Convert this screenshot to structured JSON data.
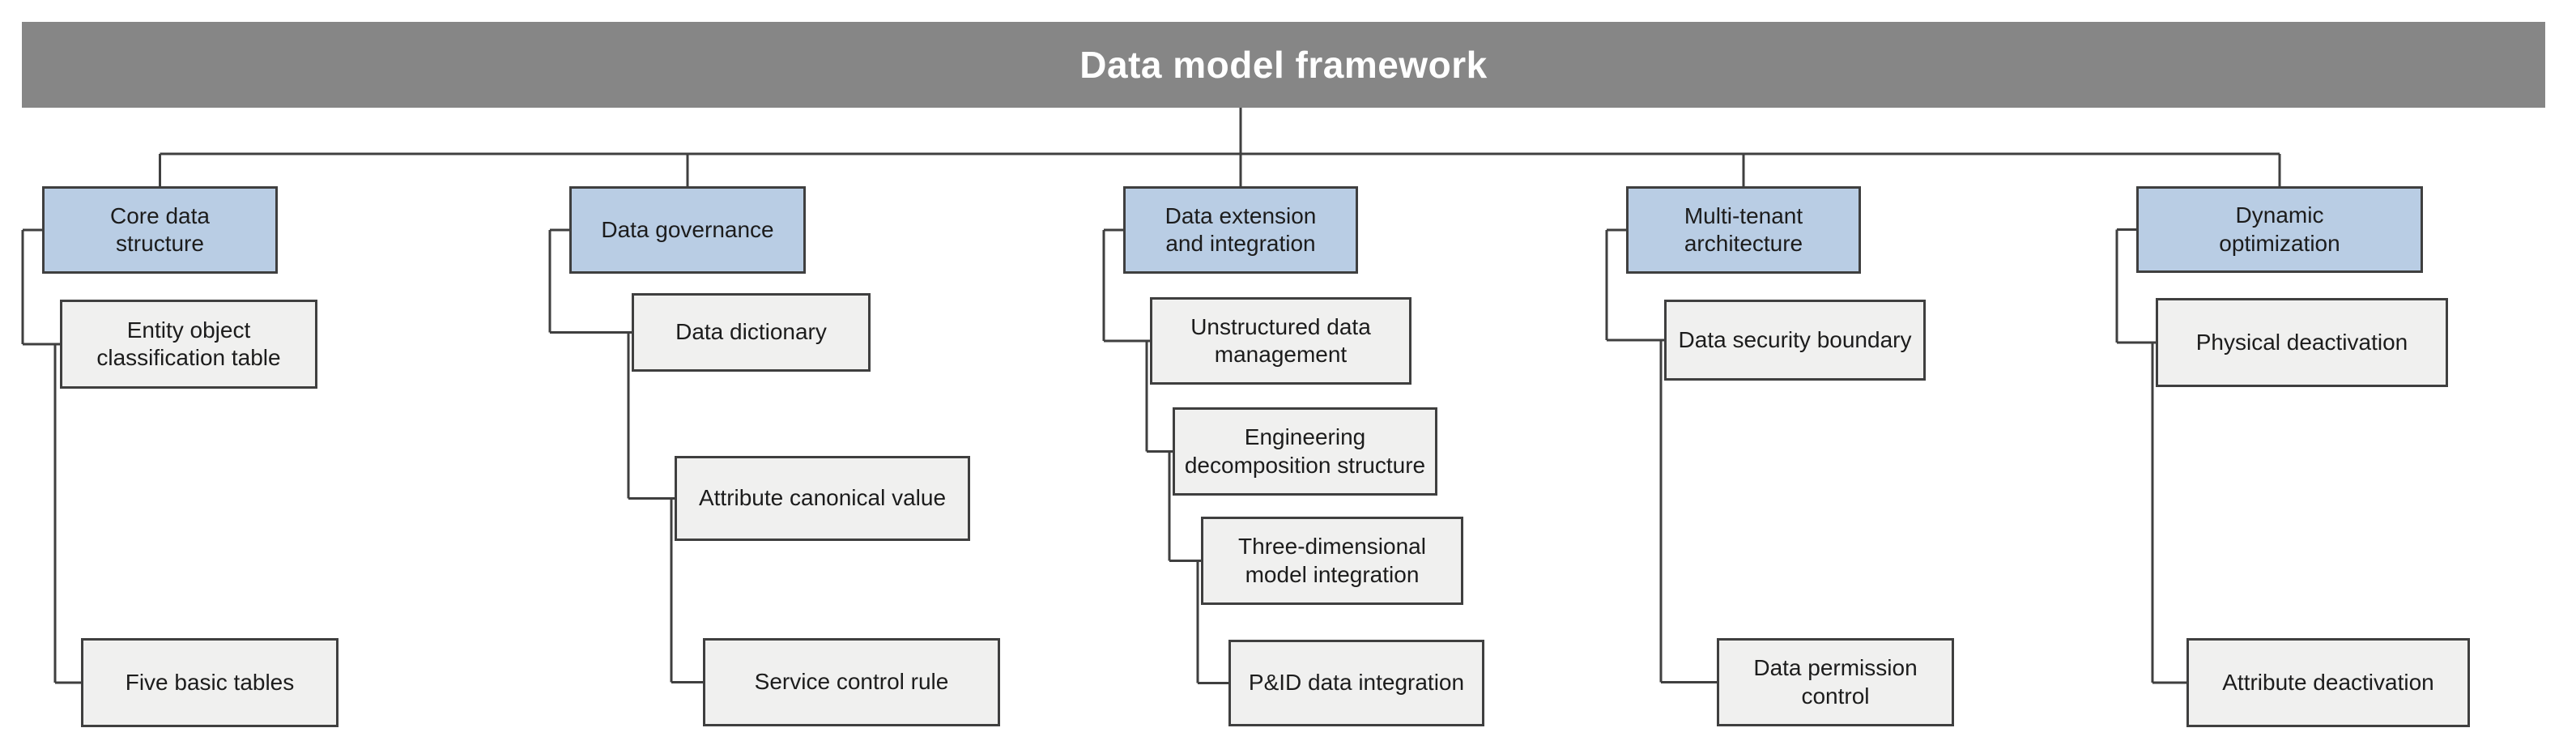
{
  "title": "Data model framework",
  "colors": {
    "title_bar": "#868686",
    "title_text": "#ffffff",
    "branch_fill": "#b9cde4",
    "child_fill": "#f0f0ef",
    "border": "#3f3f3f",
    "connector": "#3f3f3f",
    "background": "#ffffff"
  },
  "branches": [
    {
      "label": "Core data structure",
      "children": [
        "Entity object classification table",
        "Five basic tables"
      ]
    },
    {
      "label": "Data governance",
      "children": [
        "Data dictionary",
        "Attribute canonical value",
        "Service control rule"
      ]
    },
    {
      "label": "Data extension and integration",
      "children": [
        "Unstructured data management",
        "Engineering decomposition structure",
        "Three-dimensional model integration",
        "P&ID data integration"
      ]
    },
    {
      "label": "Multi-tenant architecture",
      "children": [
        "Data security boundary",
        "Data permission control"
      ]
    },
    {
      "label": "Dynamic optimization",
      "children": [
        "Physical deactivation",
        "Attribute deactivation"
      ]
    }
  ]
}
